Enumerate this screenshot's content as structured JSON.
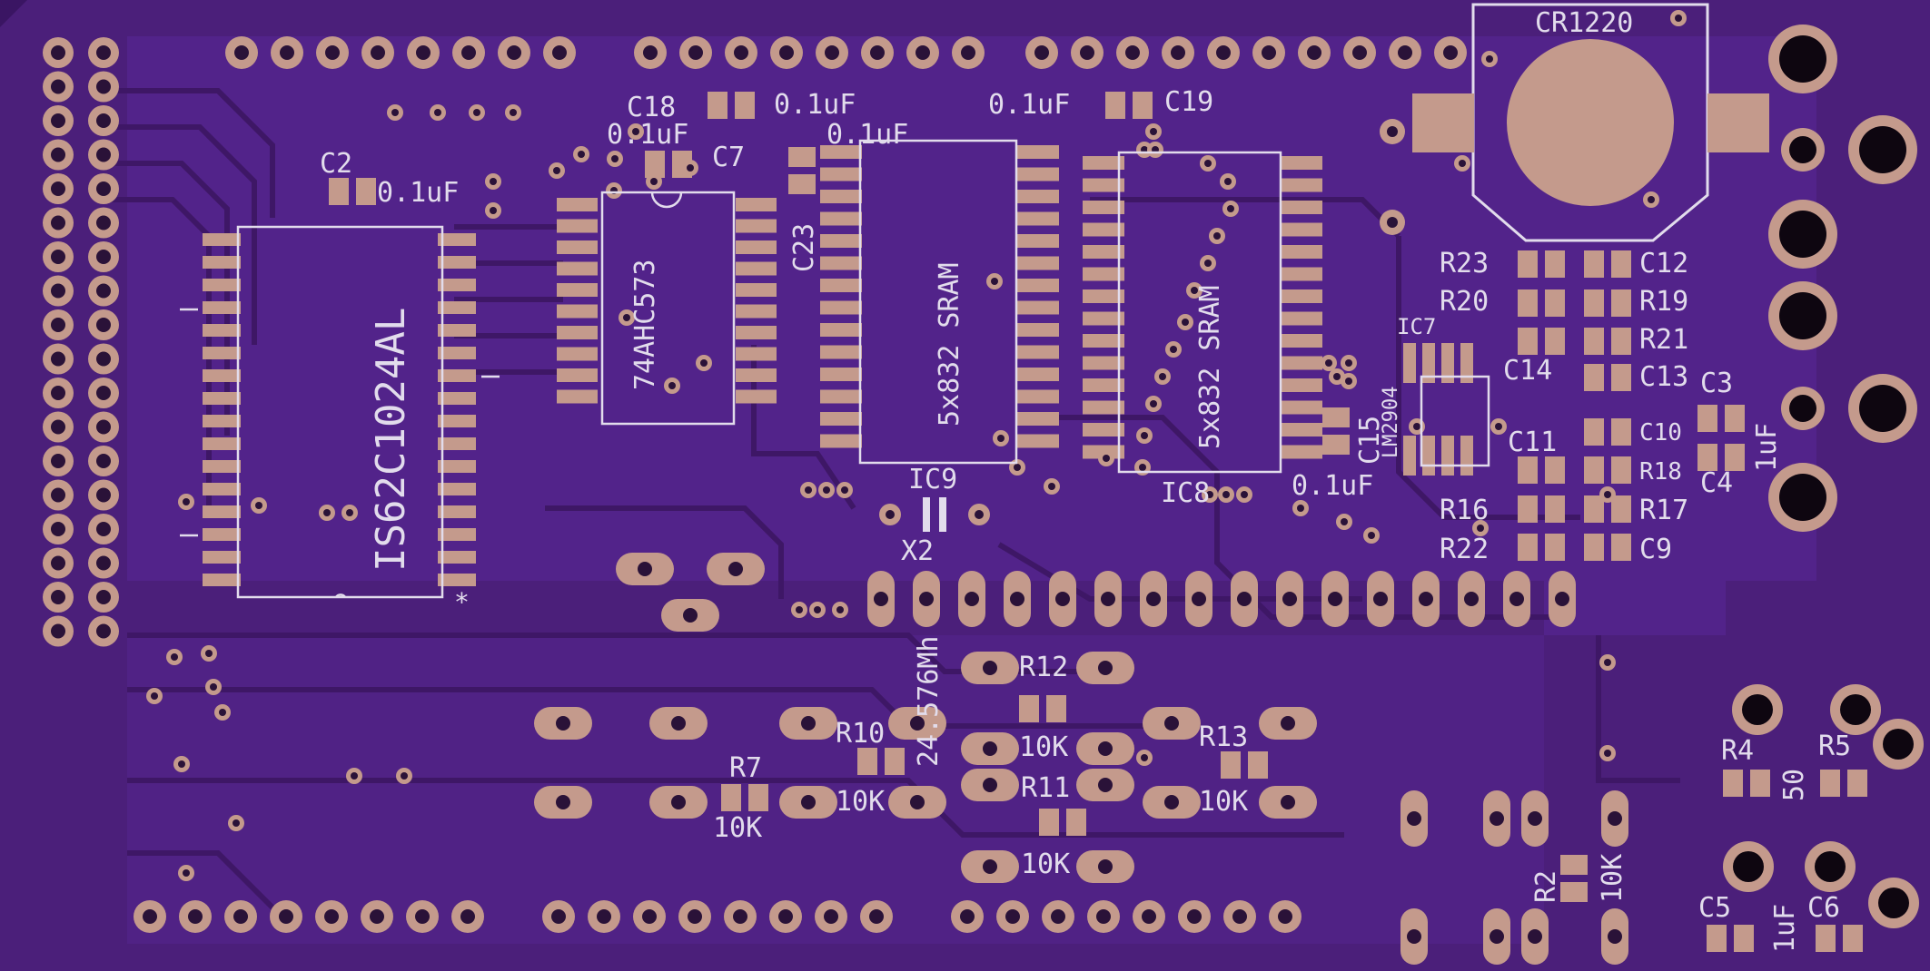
{
  "colors": {
    "background": "#3a1563",
    "board": "#4b1f7a",
    "copper_pour": "#52238a",
    "trace": "#3e1766",
    "pad": "#c49a8c",
    "hole": "#2a1238",
    "silkscreen": "#e2dcec"
  },
  "labels": {
    "cr1220": "CR1220",
    "c18": "C18",
    "c18_val": "0.1uF",
    "c19": "C19",
    "c19_val": "0.1uF",
    "c7_val_left": "0.1uF",
    "c7": "C7",
    "c23_val": "0.1uF",
    "c23": "C23",
    "c2": "C2",
    "c2_val": "0.1uF",
    "ic_is62": "IS62C1024AL",
    "ic_74ahc": "74AHC573",
    "ic_sram1": "5x832 SRAM",
    "ic_sram2": "5x832 SRAM",
    "ic9": "IC9",
    "ic8": "IC8",
    "x2": "X2",
    "crystal": "24.576Mh",
    "c15": "C15",
    "c15_val": "0.1uF",
    "ic7": "IC7",
    "lm2904": "LM2904",
    "r23": "R23",
    "r20": "R20",
    "c14": "C14",
    "c11": "C11",
    "r16": "R16",
    "r22": "R22",
    "c12": "C12",
    "r19": "R19",
    "r21": "R21",
    "c13": "C13",
    "c10": "C10",
    "r18": "R18",
    "r17": "R17",
    "c9": "C9",
    "c3": "C3",
    "c4": "C4",
    "c34_val": "1uF",
    "r12": "R12",
    "r12_val": "10K",
    "r10": "R10",
    "r10_val": "10K",
    "r11": "R11",
    "r11_val": "10K",
    "r13": "R13",
    "r13_val": "10K",
    "r7": "R7",
    "r7_val": "10K",
    "r2": "R2",
    "r2_val": "10K",
    "r4": "R4",
    "r5": "R5",
    "r45_val": "50",
    "c5": "C5",
    "c6": "C6",
    "c56_val": "1uF"
  }
}
